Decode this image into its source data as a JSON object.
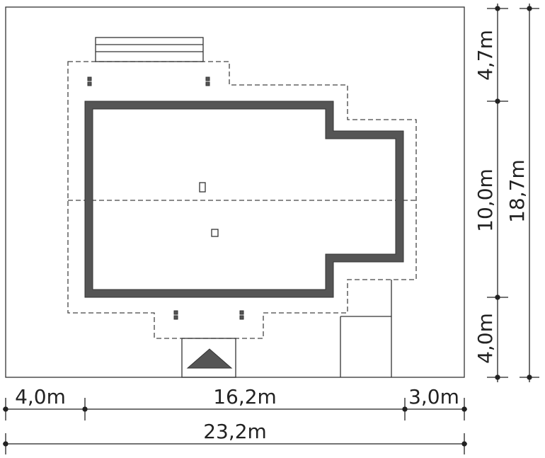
{
  "title": "Site plan with plot dimensions",
  "colors": {
    "wall": "#555555",
    "line": "#333333",
    "background": "#ffffff"
  },
  "dimensions": {
    "bottom": {
      "left": "4,0m",
      "middle": "16,2m",
      "right": "3,0m",
      "total": "23,2m"
    },
    "right": {
      "top": "4,7m",
      "middle": "10,0m",
      "bottom": "4,0m",
      "total": "18,7m"
    }
  }
}
